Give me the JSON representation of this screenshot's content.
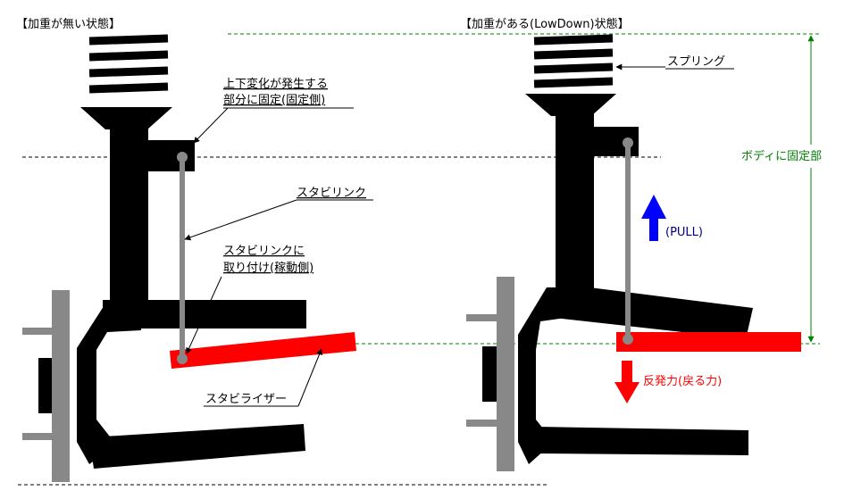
{
  "panels": {
    "left_title": "【加重が無い状態】",
    "right_title": "【加重がある(LowDown)状態】"
  },
  "labels": {
    "fixed_part_line1": "上下変化が発生する",
    "fixed_part_line2": "部分に固定(固定側)",
    "stabilink": "スタビリンク",
    "mount_line1": "スタビリンクに",
    "mount_line2": "取り付け(稼動側)",
    "stabilizer": "スタビライザー",
    "spring": "スプリング",
    "body_fixed": "ボディに固定部",
    "pull": "(PULL)",
    "reaction": "反発力(戻る力)"
  },
  "colors": {
    "structure": "#000000",
    "link": "#888888",
    "stabilizer": "#ff0000",
    "body_fixed": "#008000",
    "pull_arrow": "#0000ff",
    "reaction_arrow": "#ff0000",
    "guide_line": "#000000"
  }
}
